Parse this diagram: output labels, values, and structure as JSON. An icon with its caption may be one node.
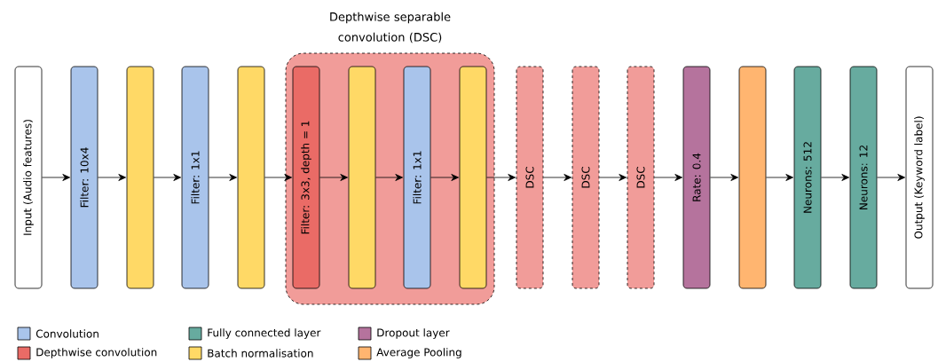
{
  "diagram": {
    "nodes": [
      {
        "text": [
          "Input (Audio features)"
        ]
      },
      {
        "text": [
          "Filter: 10x4"
        ]
      },
      {
        "text": [],
        "shape": "box"
      },
      {
        "text": [
          "Filter: 1x1"
        ]
      },
      {
        "text": [],
        "shape": "box"
      },
      {
        "text": [
          "Depthwise separable convolution (DSC)"
        ]
      },
      {
        "text": [
          "Filter: 3x3, depth = 1"
        ],
        "in": 5
      },
      {
        "text": [],
        "shape": "box",
        "in": 5
      },
      {
        "text": [
          "Filter: 1x1"
        ],
        "in": 5
      },
      {
        "text": [],
        "shape": "box",
        "in": 5
      },
      {
        "text": [
          "DSC"
        ]
      },
      {
        "text": [
          "DSC"
        ]
      },
      {
        "text": [
          "DSC"
        ]
      },
      {
        "text": [
          "Rate: 0.4"
        ]
      },
      {
        "text": [],
        "shape": "box"
      },
      {
        "text": [
          "Neurons: 512"
        ]
      },
      {
        "text": [
          "Neurons: 12"
        ]
      },
      {
        "text": [
          "Output (Keyword label)"
        ]
      }
    ],
    "edges": [
      {
        "from": 0,
        "to": 1,
        "arrow": "to"
      },
      {
        "from": 1,
        "to": 2,
        "arrow": "to"
      },
      {
        "from": 2,
        "to": 3,
        "arrow": "to"
      },
      {
        "from": 3,
        "to": 4,
        "arrow": "to"
      },
      {
        "from": 4,
        "to": 6,
        "arrow": "to"
      },
      {
        "from": 6,
        "to": 7,
        "arrow": "to"
      },
      {
        "from": 7,
        "to": 8,
        "arrow": "to"
      },
      {
        "from": 8,
        "to": 9,
        "arrow": "to"
      },
      {
        "from": 9,
        "to": 10,
        "arrow": "to"
      },
      {
        "from": 10,
        "to": 11,
        "arrow": "to"
      },
      {
        "from": 11,
        "to": 12,
        "arrow": "to"
      },
      {
        "from": 12,
        "to": 13,
        "arrow": "to"
      },
      {
        "from": 13,
        "to": 14,
        "arrow": "to"
      },
      {
        "from": 14,
        "to": 15,
        "arrow": "to"
      },
      {
        "from": 15,
        "to": 16,
        "arrow": "to"
      },
      {
        "from": 16,
        "to": 17,
        "arrow": "to"
      }
    ],
    "legend": [
      {
        "text": "Convolution",
        "color": "#a9c4eb"
      },
      {
        "text": "Fully connected layer",
        "color": "#67ab9f"
      },
      {
        "text": "Dropout layer",
        "color": "#b5739d"
      },
      {
        "text": "Depthwise convolution",
        "color": "#ea6b66"
      },
      {
        "text": "Batch normalisation",
        "color": "#ffd966"
      },
      {
        "text": "Average Pooling",
        "color": "#ffb570"
      }
    ]
  }
}
